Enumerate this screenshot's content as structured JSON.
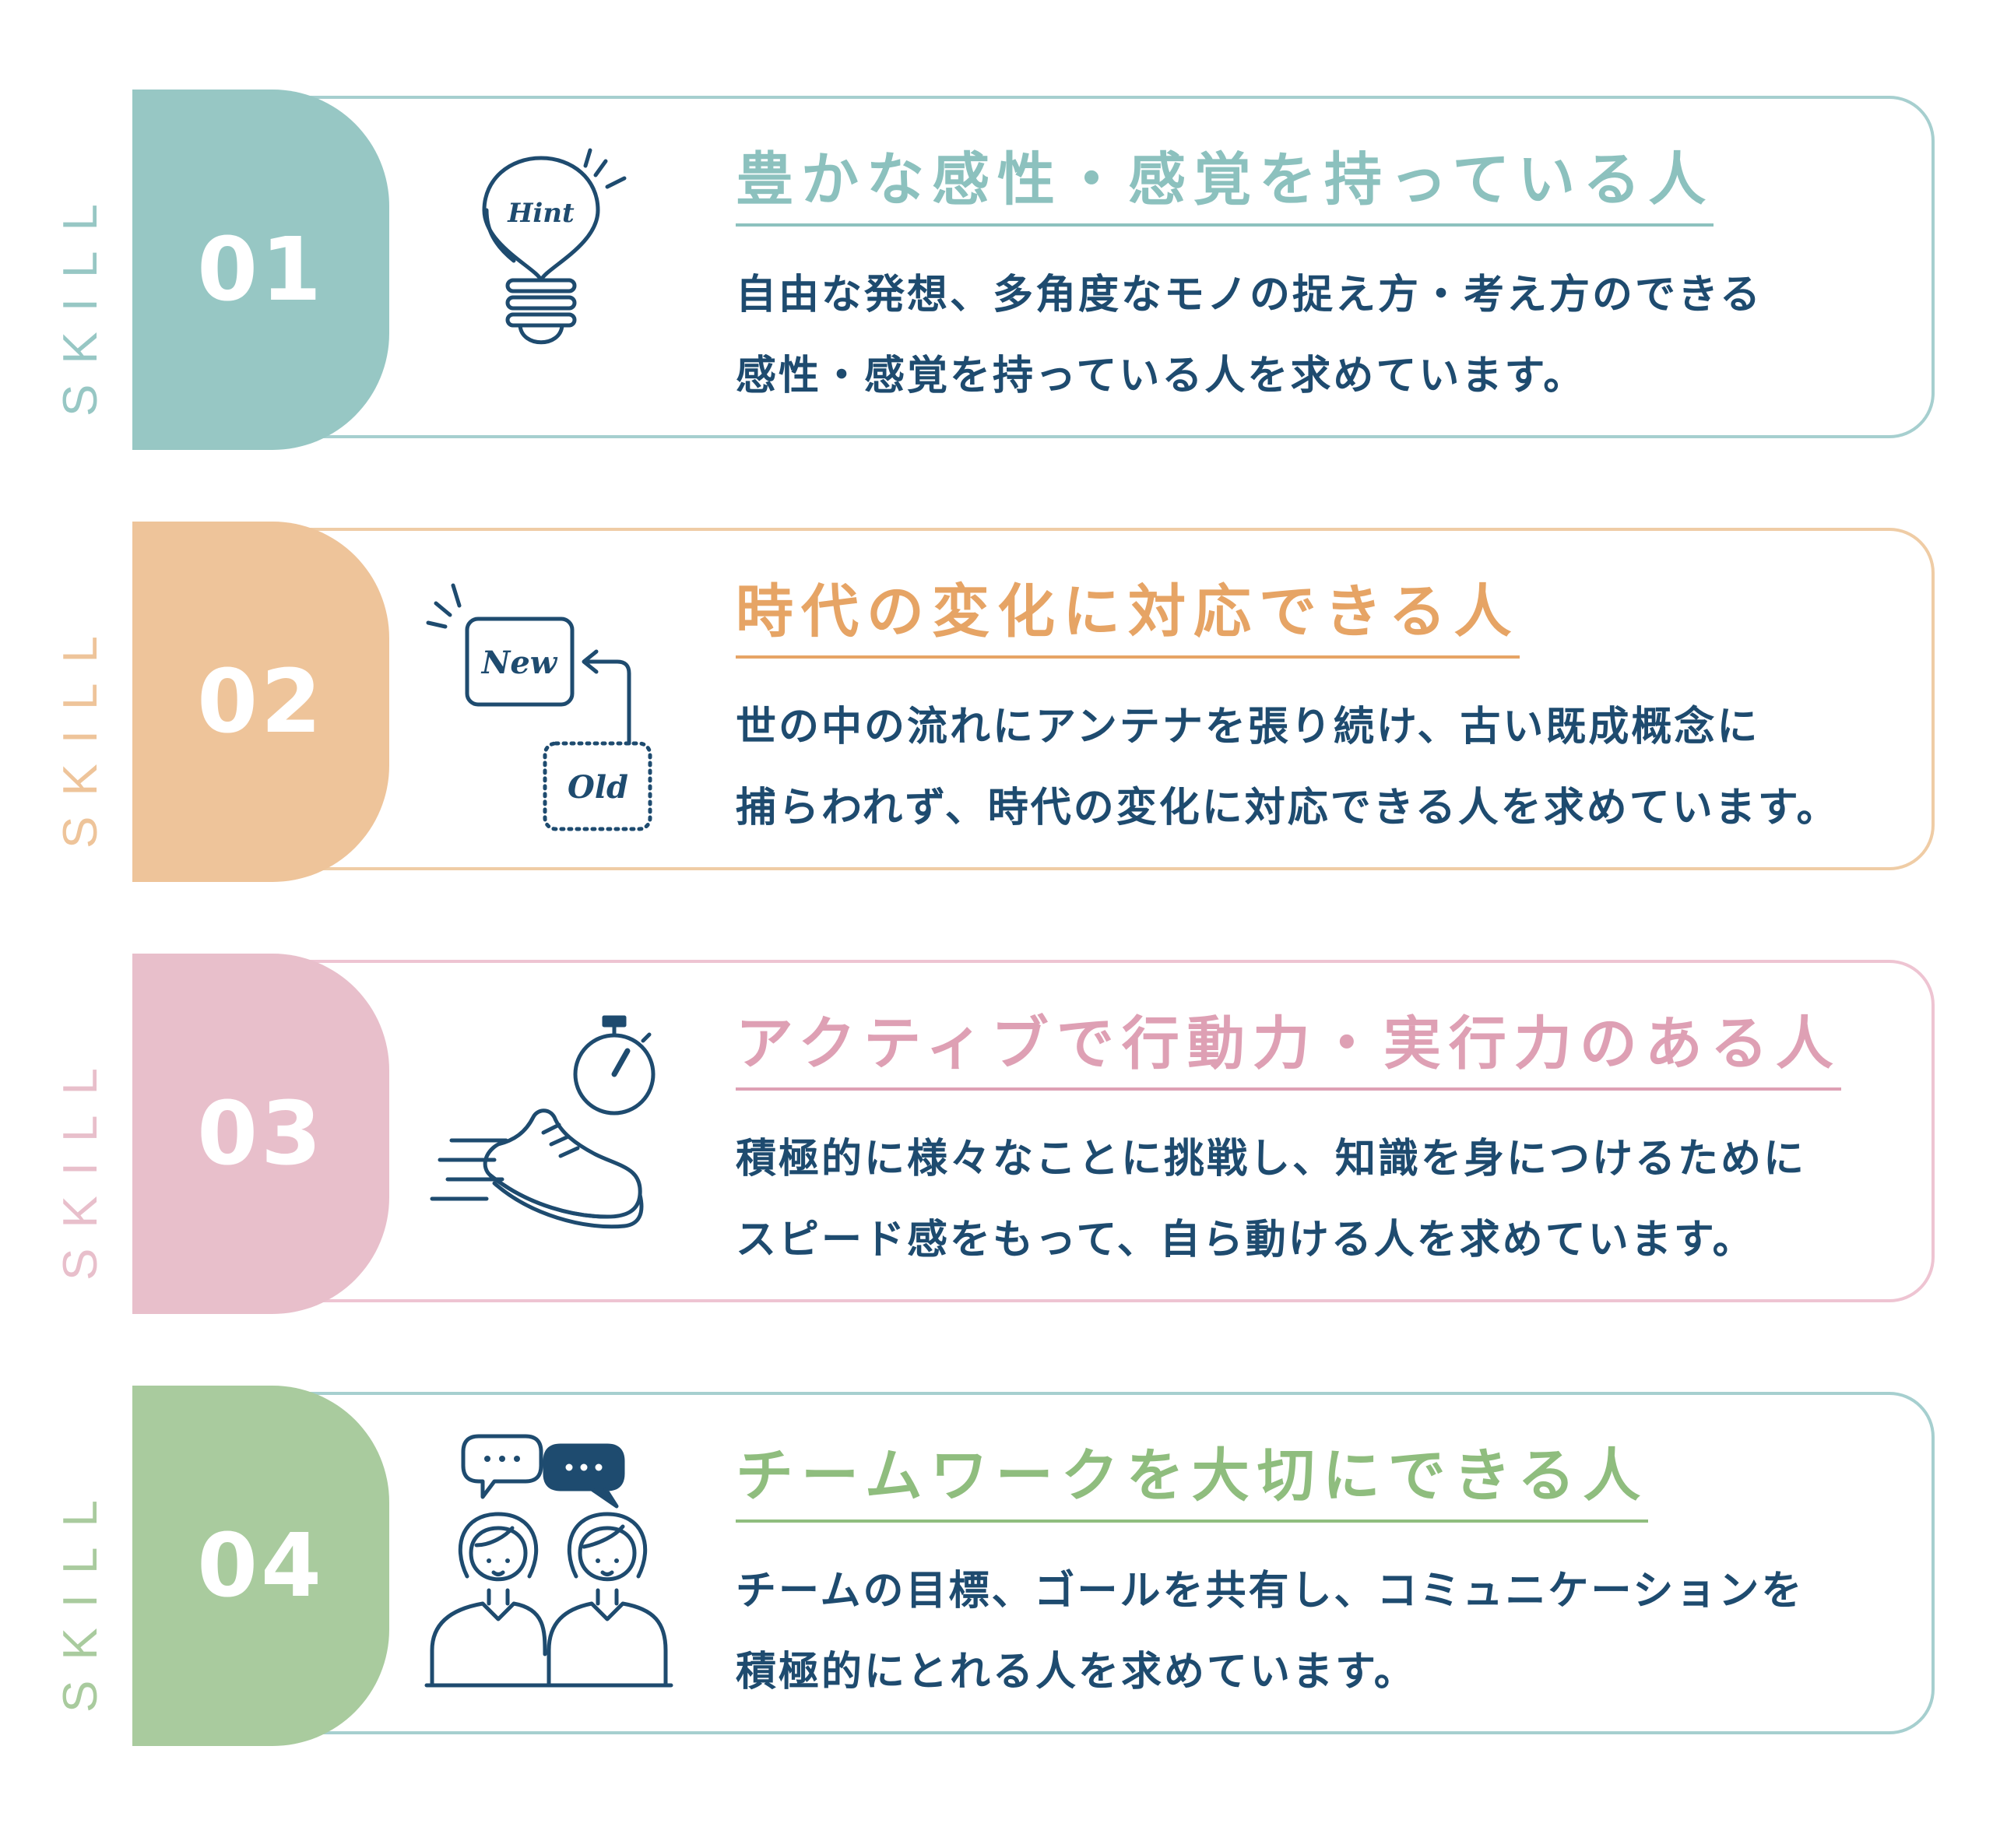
{
  "skills": [
    {
      "vertical_label": "SKILL",
      "number": "01",
      "title": "豊かな感性・感覚を持っている人",
      "desc_line1": "自由な発想、多角度なモノの捉え方・考え方のできる",
      "desc_line2": "感性・感覚を持っている人を求めています。",
      "icon": "lightbulb-icon",
      "icon_text": "Hint",
      "color": "#97c7c4"
    },
    {
      "vertical_label": "SKILL",
      "number": "02",
      "title": "時代の変化に対応できる人",
      "desc_line1": "世の中の流れにアンテナを張り続け、古い既成概念に",
      "desc_line2": "捕らわれず、時代の変化に対応できる人を求めています。",
      "icon": "new-old-icon",
      "icon_text_new": "New",
      "icon_text_old": "Old",
      "color": "#eec49a"
    },
    {
      "vertical_label": "SKILL",
      "number": "03",
      "title": "アクティブで行動力・実行力のある人",
      "desc_line1": "積極的に様々なことに挑戦し、知識を身につけるために",
      "desc_line2": "スピード感をもって、自ら動ける人を求めています。",
      "icon": "running-shoe-stopwatch-icon",
      "color": "#e8bfcb"
    },
    {
      "vertical_label": "SKILL",
      "number": "04",
      "title": "チームワークを大切にできる人",
      "desc_line1": "チームの目標、ゴールを共有し、コミュニケーションを",
      "desc_line2": "積極的にとれる人を求めています。",
      "icon": "two-people-chat-icon",
      "color": "#a9cb9e"
    }
  ],
  "colors": {
    "text_dark": "#1e4b6f",
    "title_1": "#8cc1be",
    "title_2": "#e6a465",
    "title_3": "#dea0b4",
    "title_4": "#8fbd7e",
    "frame_1": "#a6cfcf",
    "frame_2": "#efcca5",
    "frame_3": "#eec4d2",
    "frame_4": "#a6cfcf"
  }
}
